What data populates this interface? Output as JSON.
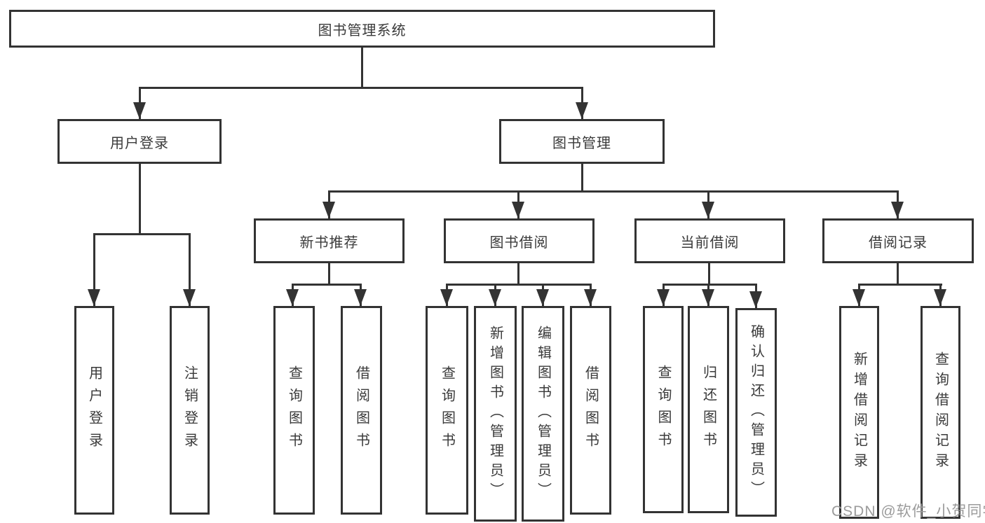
{
  "nodes": {
    "root": "图书管理系统",
    "user_login": "用户登录",
    "book_mgmt": "图书管理",
    "new_book": "新书推荐",
    "book_borrow": "图书借阅",
    "current_borrow": "当前借阅",
    "borrow_record": "借阅记录",
    "leaf_user_login": "用户登录",
    "leaf_logout": "注销登录",
    "leaf_nb_query_book": "查询图书",
    "leaf_nb_borrow_book": "借阅图书",
    "leaf_bb_query_book": "查询图书",
    "leaf_bb_add_book": "新增图书（管理员）",
    "leaf_bb_edit_book": "编辑图书（管理员）",
    "leaf_bb_borrow_book": "借阅图书",
    "leaf_cb_query_book": "查询图书",
    "leaf_cb_return_book": "归还图书",
    "leaf_cb_confirm_return": "确认归还（管理员）",
    "leaf_br_add_record": "新增借阅记录",
    "leaf_br_query_record": "查询借阅记录"
  },
  "watermark": "CSDN @软件_小贺同学",
  "colors": {
    "line": "#333333",
    "text": "#3a3a3a",
    "watermark": "#9b9b9b",
    "background": "#ffffff"
  }
}
